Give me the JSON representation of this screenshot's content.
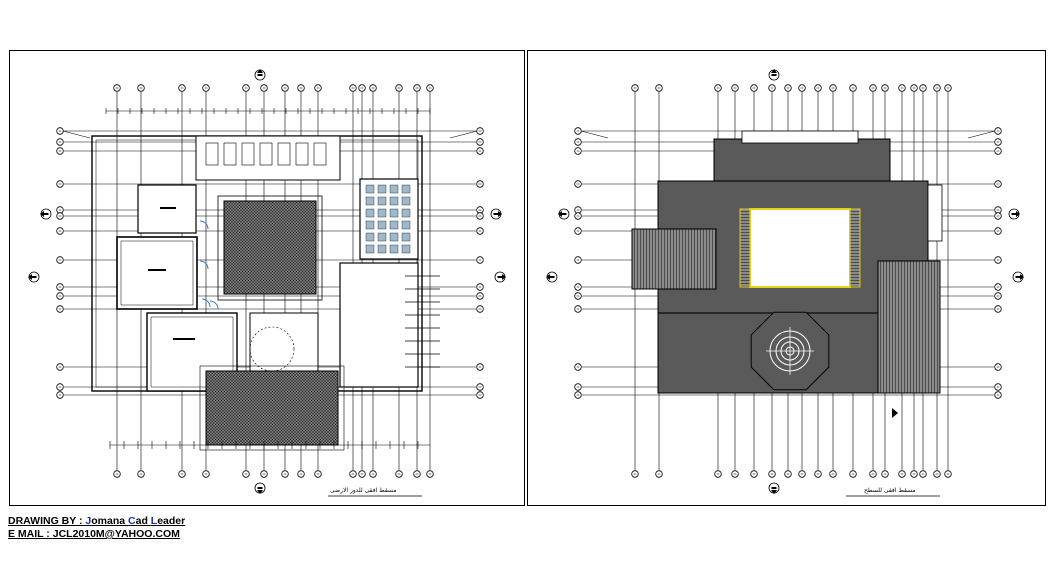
{
  "sheets": {
    "left": {
      "caption": "مسقط افقى للدور الارضى"
    },
    "right": {
      "caption": "مسقط افقى للسطح"
    }
  },
  "credits": {
    "drawing_by_label": "DRAWING BY :",
    "author_parts": [
      "J",
      "omana ",
      "C",
      "ad ",
      "L",
      "eader"
    ],
    "email_label": "E MAIL :",
    "email": "JCL2010M@YAHOO.COM"
  },
  "colors": {
    "line": "#000000",
    "roof_fill": "#6b6b6b",
    "courtyard_outline": "#e3d21a",
    "door_swing": "#3a7bd5",
    "accent_blue": "#1a2fb0"
  },
  "icons": [
    "north-arrow-icon",
    "section-marker-icon",
    "grid-bubble-icon"
  ]
}
